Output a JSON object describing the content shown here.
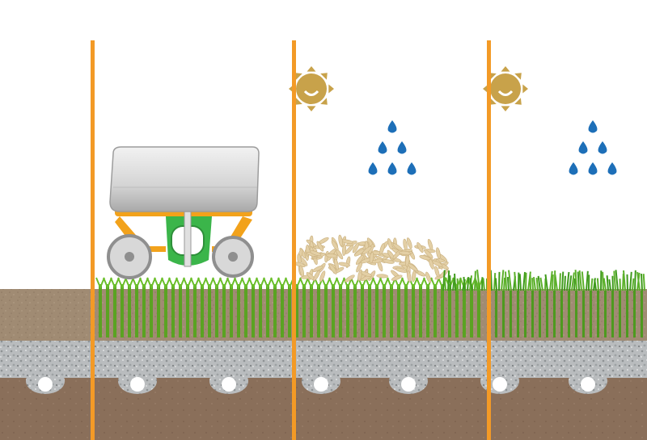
{
  "diagram": {
    "stages": [
      {
        "id": "stage-1",
        "content": "vehicle-spreading-sprigs"
      },
      {
        "id": "stage-2",
        "content": "sun-rain-straw-mulch-sprigs"
      },
      {
        "id": "stage-3",
        "content": "sun-rain-established-turf"
      }
    ],
    "layers": [
      "topsoil",
      "gravel-layer",
      "subsoil-with-drain-pipes"
    ],
    "icons": [
      "sun-icon",
      "rain-drops-icon",
      "vehicle-icon"
    ],
    "colors": {
      "divider": "#f39a26",
      "topsoil": "#a08b73",
      "gravel": "#b9bcbe",
      "subsoil": "#8a6f5a",
      "sprig_green": "#5aa322",
      "grass_green": "#3f9a1c",
      "sun": "#c8a24a",
      "rain": "#1d6fb8",
      "vehicle_frame": "#f2a21b",
      "vehicle_tank": "#d9d9d9",
      "vehicle_hopper": "#3bb54a"
    }
  }
}
